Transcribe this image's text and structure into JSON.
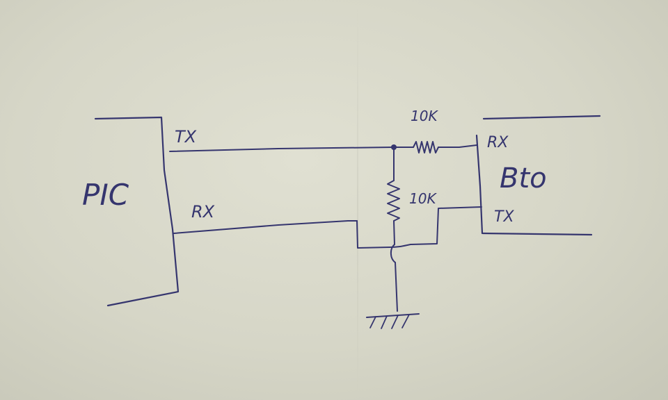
{
  "diagram": {
    "mcu_label": "PIC",
    "module_label": "Bto",
    "pic_tx": "TX",
    "pic_rx": "RX",
    "module_rx": "RX",
    "module_tx": "TX",
    "series_resistor": "10K",
    "divider_resistor": "10K"
  },
  "colors": {
    "ink": "#35356e",
    "paper": "#d8d8c9"
  }
}
